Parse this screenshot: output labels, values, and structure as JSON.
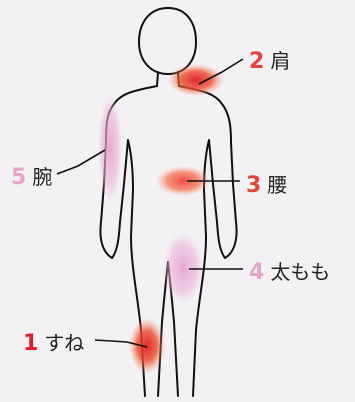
{
  "labels": [
    {
      "number": "2",
      "text": "肩",
      "color": "#e0463b"
    },
    {
      "number": "5",
      "text": "腕",
      "color": "#e8a3c9"
    },
    {
      "number": "3",
      "text": "腰",
      "color": "#e0463b"
    },
    {
      "number": "4",
      "text": "太もも",
      "color": "#e8a3c9"
    },
    {
      "number": "1",
      "text": "すね",
      "color": "#d9202a"
    }
  ],
  "colors": {
    "outline": "#111111",
    "background": "#f3f1f4",
    "hot": "#e8342b",
    "warm": "#f08a5d",
    "pink": "#e6a5d2"
  }
}
